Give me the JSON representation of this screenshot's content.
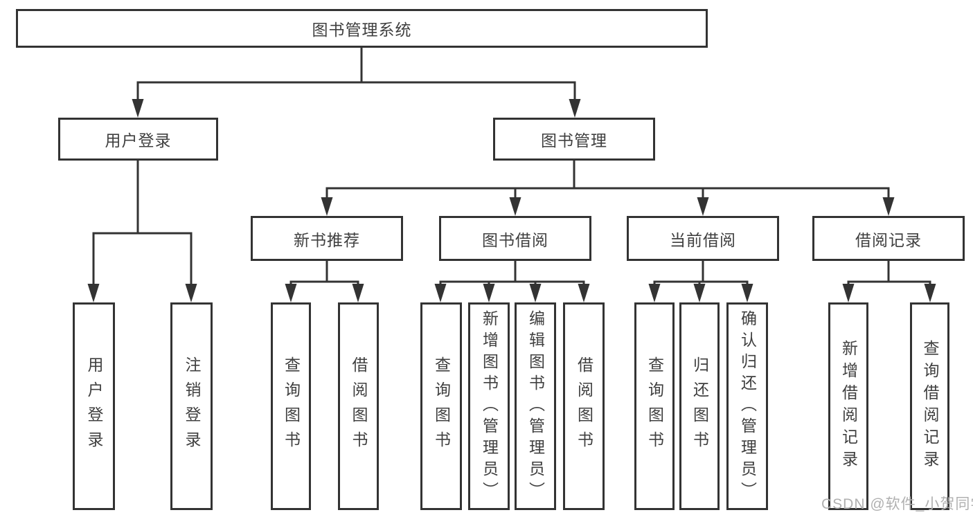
{
  "diagram_type": "tree",
  "tree": {
    "label": "图书管理系统",
    "children": [
      {
        "label": "用户登录",
        "children": [
          {
            "label": "用户登录"
          },
          {
            "label": "注销登录"
          }
        ]
      },
      {
        "label": "图书管理",
        "children": [
          {
            "label": "新书推荐",
            "children": [
              {
                "label": "查询图书"
              },
              {
                "label": "借阅图书"
              }
            ]
          },
          {
            "label": "图书借阅",
            "children": [
              {
                "label": "查询图书"
              },
              {
                "label": "新增图书（管理员）"
              },
              {
                "label": "编辑图书（管理员）"
              },
              {
                "label": "借阅图书"
              }
            ]
          },
          {
            "label": "当前借阅",
            "children": [
              {
                "label": "查询图书"
              },
              {
                "label": "归还图书"
              },
              {
                "label": "确认归还（管理员）"
              }
            ]
          },
          {
            "label": "借阅记录",
            "children": [
              {
                "label": "新增借阅记录"
              },
              {
                "label": "查询借阅记录"
              }
            ]
          }
        ]
      }
    ]
  },
  "watermark": {
    "text": "CSDN @软件_小贺同学"
  },
  "colors": {
    "line": "#333333",
    "text": "#3f3f3f",
    "watermark": "#b0b0b0",
    "background": "#ffffff"
  }
}
